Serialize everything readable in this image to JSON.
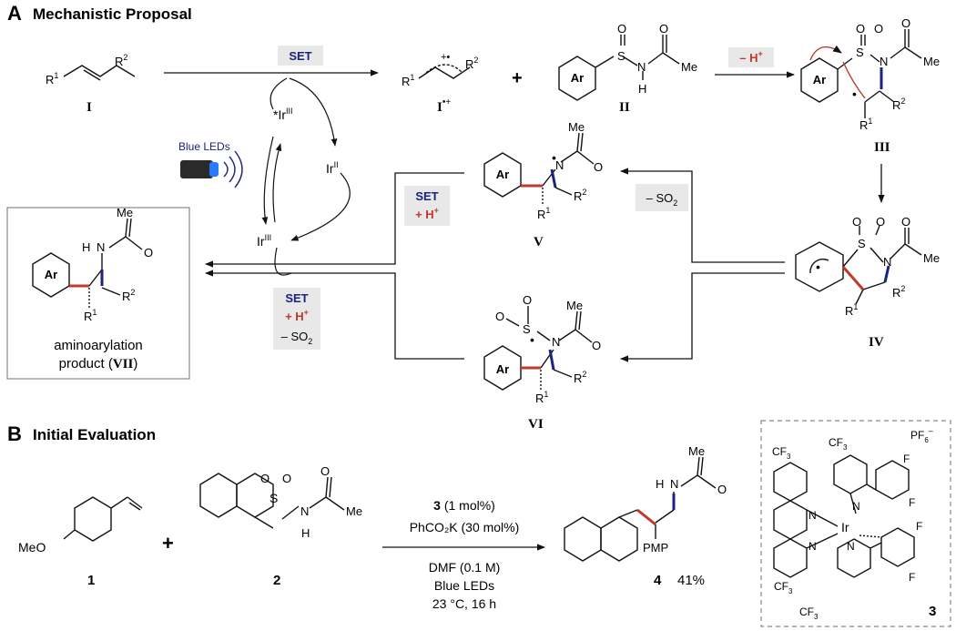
{
  "panel_a": {
    "letter": "A",
    "title": "Mechanistic Proposal",
    "set_top": "SET",
    "minus_h": "– H",
    "minus_so2": "– SO",
    "set_v": "SET",
    "plus_h": "+ H",
    "set_vi": "SET",
    "plus_h2": "+ H",
    "minus_so2_b": "– SO",
    "blue_leds": "Blue LEDs",
    "ir_star": "*Ir",
    "ir_ii": "Ir",
    "ir_iii": "Ir",
    "labels": {
      "I": "I",
      "I_cation": "I",
      "II": "II",
      "III": "III",
      "IV": "IV",
      "V": "V",
      "VI": "VI"
    },
    "product_line1": "aminoarylation",
    "product_line2": "product (",
    "product_roman": "VII",
    "product_close": ")",
    "ar": "Ar",
    "me": "Me"
  },
  "panel_b": {
    "letter": "B",
    "title": "Initial Evaluation",
    "cond1_num": "3",
    "cond1_rest": " (1 mol%)",
    "cond2": "PhCO₂K (30 mol%)",
    "cond3": "DMF (0.1 M)",
    "cond4": "Blue LEDs",
    "cond5": "23 °C, 16 h",
    "cmpd1": "1",
    "cmpd2": "2",
    "cmpd3": "3",
    "cmpd4": "4",
    "yield": "41%",
    "meo": "MeO",
    "pmp": "PMP",
    "pf6": "PF",
    "cf3": "CF",
    "ir": "Ir",
    "me": "Me"
  },
  "colors": {
    "navy": "#1a237e",
    "red": "#c0392b",
    "shade": "#e8e8e8",
    "box": "#888888"
  }
}
